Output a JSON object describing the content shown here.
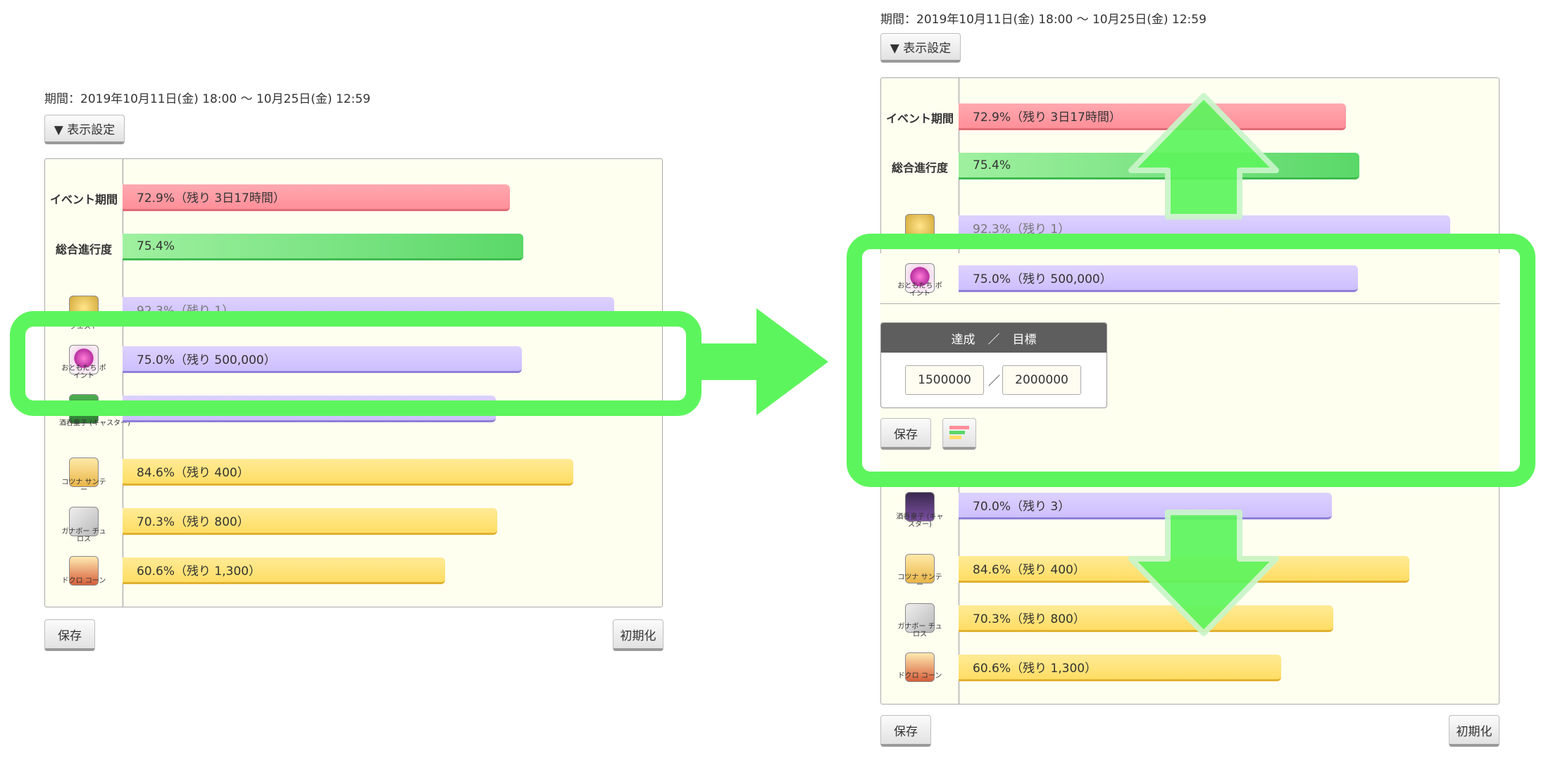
{
  "period_text": "期間：2019年10月11日(金) 18:00 ～ 10月25日(金) 12:59",
  "display_settings_label": "▼ 表示設定",
  "save_label": "保存",
  "reset_label": "初期化",
  "colors": {
    "highlight": "#5df55d",
    "event_bar": "#ff8f99",
    "progress_bar": "#5ad868",
    "purple_bar": "#cdbfff",
    "yellow_bar": "#ffdd64",
    "panel_bg": "#fffff0"
  },
  "rows": {
    "event": {
      "label": "イベント期間",
      "text": "72.9%（残り 3日17時間）",
      "percent": 72.9
    },
    "total": {
      "label": "総合進行度",
      "text": "75.4%",
      "percent": 75.4
    },
    "quest": {
      "icon_caption": "クエスト",
      "text": "92.3%（残り 1）",
      "percent": 92.3,
      "icon": "trophy-icon"
    },
    "points": {
      "icon_caption": "おともたち ポイント",
      "text": "75.0%（残り 500,000）",
      "percent": 75.0,
      "icon": "pink-orb-icon"
    },
    "caster": {
      "icon_caption": "酒呑童子 (キャスター)",
      "text": "70.0%（残り 3）",
      "percent": 70.0,
      "icon": "servant-icon"
    },
    "cochinita": {
      "icon_caption": "コツナ サンテー",
      "text": "84.6%（残り 400）",
      "percent": 84.6,
      "icon": "food-icon"
    },
    "churros": {
      "icon_caption": "ガナボー チュロス",
      "text": "70.3%（残り 800）",
      "percent": 70.3,
      "icon": "churros-icon"
    },
    "popcorn": {
      "icon_caption": "ドクロ コーン",
      "text": "60.6%（残り 1,300）",
      "percent": 60.6,
      "icon": "popcorn-icon"
    }
  },
  "edit_form": {
    "header_achieved": "達成",
    "header_sep": "／",
    "header_goal": "目標",
    "achieved_value": "1500000",
    "value_sep": "／",
    "goal_value": "2000000"
  }
}
